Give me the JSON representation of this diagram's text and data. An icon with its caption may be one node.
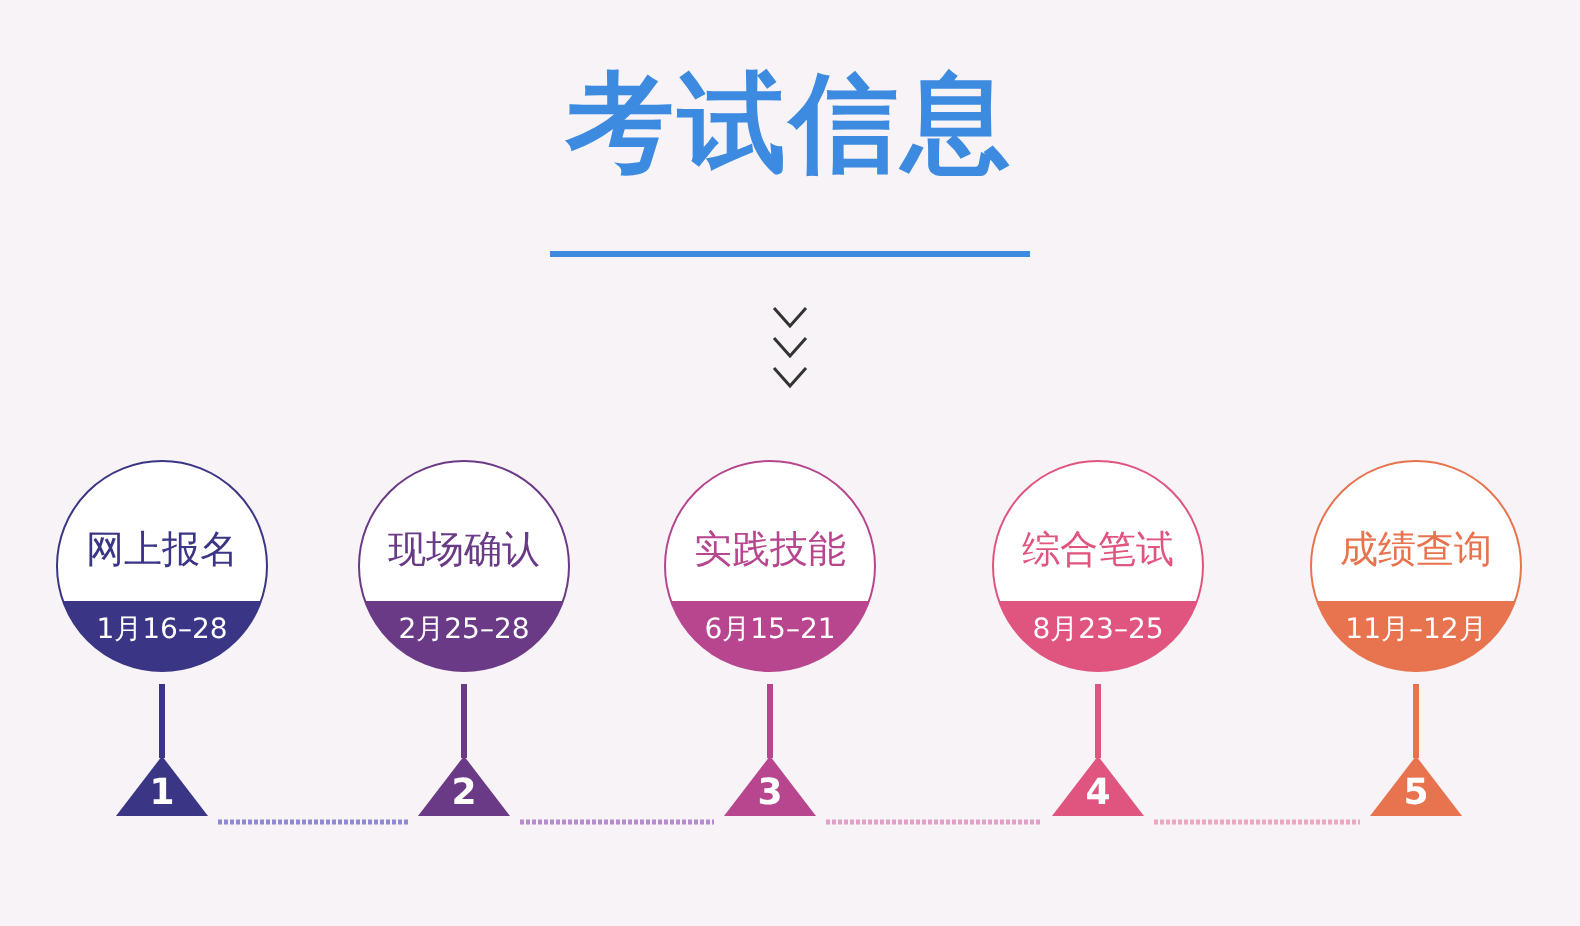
{
  "diagram": {
    "title": "考试信息",
    "nodes": [
      {
        "text": [
          "网上报名",
          "1月16–28"
        ]
      },
      {
        "text": [
          "现场确认",
          "2月25–28"
        ]
      },
      {
        "text": [
          "实践技能",
          "6月15–21"
        ]
      },
      {
        "text": [
          "综合笔试",
          "8月23–25"
        ]
      },
      {
        "text": [
          "成绩查询",
          "11月–12月"
        ]
      },
      {
        "text": [
          "1"
        ]
      },
      {
        "text": [
          "2"
        ]
      },
      {
        "text": [
          "3"
        ]
      },
      {
        "text": [
          "4"
        ]
      },
      {
        "text": [
          "5"
        ]
      }
    ],
    "edges": [
      {
        "from": 0,
        "to": 5,
        "arrow": "none",
        "color": "#3a3585"
      },
      {
        "from": 1,
        "to": 6,
        "arrow": "none",
        "color": "#6b3a86"
      },
      {
        "from": 2,
        "to": 7,
        "arrow": "none",
        "color": "#b8468f"
      },
      {
        "from": 3,
        "to": 8,
        "arrow": "none",
        "color": "#e0557f"
      },
      {
        "from": 4,
        "to": 9,
        "arrow": "none",
        "color": "#e8734f"
      },
      {
        "from": 5,
        "to": 6,
        "arrow": "none",
        "style": "dashed",
        "color": "#8f8ad0"
      },
      {
        "from": 6,
        "to": 7,
        "arrow": "none",
        "style": "dashed",
        "color": "#b48ccc"
      },
      {
        "from": 7,
        "to": 8,
        "arrow": "none",
        "style": "dashed",
        "color": "#e0a0c8"
      },
      {
        "from": 8,
        "to": 9,
        "arrow": "none",
        "style": "dashed",
        "color": "#eaa8c0"
      }
    ]
  }
}
